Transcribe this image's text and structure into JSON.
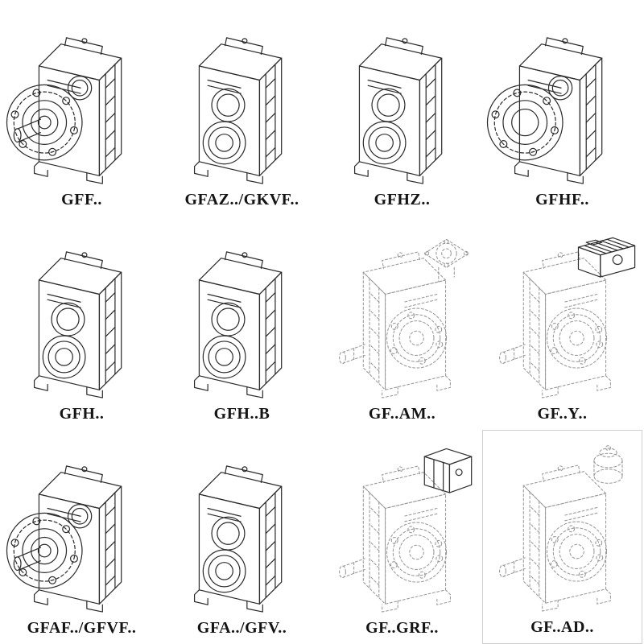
{
  "page": {
    "background": "#ffffff",
    "line_color": "#2b2b2b",
    "ghost_line_color": "#9a9a9a"
  },
  "items": [
    {
      "label": "GFF..",
      "variant": "flange-shaft"
    },
    {
      "label": "GFAZ../GKVF..",
      "variant": "bore"
    },
    {
      "label": "GFHZ..",
      "variant": "bore"
    },
    {
      "label": "GFHF..",
      "variant": "flange-hollow"
    },
    {
      "label": "GFH..",
      "variant": "bore"
    },
    {
      "label": "GFH..B",
      "variant": "bore"
    },
    {
      "label": "GF..AM..",
      "variant": "rear-input-flange"
    },
    {
      "label": "GF..Y..",
      "variant": "rear-motor"
    },
    {
      "label": "GFAF../GFVF..",
      "variant": "flange-shaft"
    },
    {
      "label": "GFA../GFV..",
      "variant": "bore"
    },
    {
      "label": "GF..GRF..",
      "variant": "rear-gearblock"
    },
    {
      "label": "GF..AD..",
      "variant": "rear-adapter"
    }
  ]
}
